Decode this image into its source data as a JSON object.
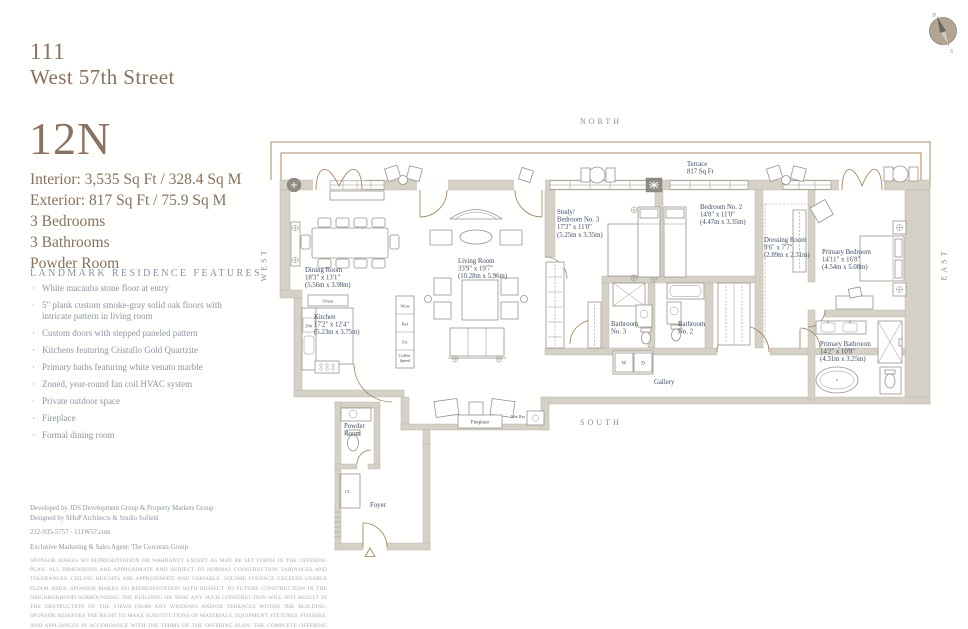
{
  "header": {
    "building_number": "111",
    "street": "West 57th Street"
  },
  "unit": {
    "name": "12N",
    "specs": [
      "Interior: 3,535 Sq Ft / 328.4 Sq M",
      "Exterior: 817 Sq Ft /  75.9  Sq M",
      "3 Bedrooms",
      "3 Bathrooms",
      "Powder Room"
    ]
  },
  "features": {
    "heading": "LANDMARK RESIDENCE FEATURES",
    "bullet": "·",
    "items": [
      "White macauba stone floor at entry",
      "5\" plank custom smoke-gray solid oak floors with intricate pattern in living room",
      "Custom doors with stepped paneled pattern",
      "Kitchens featuring Cristallo Gold Quartzite",
      "Primary baths featuring white venato marble",
      "Zoned, year-round fan coil HVAC system",
      "Private outdoor space",
      "Fireplace",
      "Formal dining room"
    ]
  },
  "contact": {
    "developer": "Developed by JDS Development Group & Property Markets Group",
    "architect": "Designed by SHoP Architects & Studio Sofield",
    "phone_web": "212-935-5757   ·   111W57.com",
    "agent": "Exclusive Marketing & Sales Agent: The Corcoran Group"
  },
  "disclaimer": {
    "text": "SPONSOR MAKES NO REPRESENTATION OR WARRANTY EXCEPT AS MAY BE SET FORTH IN THE OFFERING PLAN. ALL DIMENSIONS ARE APPROXIMATE AND SUBJECT TO NORMAL CONSTRUCTION VARIANCES AND TOLERANCES. CEILING HEIGHTS ARE APPROXIMATE AND VARIABLE. SQUARE FOOTAGE EXCEEDS USABLE FLOOR AREA. SPONSOR MAKES NO REPRESENTATION WITH RESPECT TO FUTURE CONSTRUCTION IN THE NEIGHBORHOOD SURROUNDING THE BUILDING OR THAT ANY SUCH CONSTRUCTION WILL NOT RESULT IN THE OBSTRUCTION OF THE VIEWS FROM ANY WINDOWS AND/OR TERRACES WITHIN THE BUILDING. SPONSOR RESERVES THE RIGHT TO MAKE SUBSTITUTIONS OF MATERIALS, EQUIPMENT, FIXTURES, FINISHES, AND APPLIANCES IN ACCORDANCE WITH THE TERMS OF THE OFFERING PLAN. THE COMPLETE OFFERING TERMS ARE IN AN OFFERING PLAN AVAILABLE FROM SPONSOR. FILE NO. CD 15-0146. 111 WEST 57TH PROPERTY OWNER LLC, 156 5TH AVENUE, 9TH FLOOR, NEW YORK, NEW YORK 10011 AND 220 5TH AVENUE, 9TH FLOOR, NEW YORK, NEW YORK 10001. EQUAL HOUSING OPPORTUNITY."
  },
  "compass": {
    "north_letter": "N",
    "south_letter": "S"
  },
  "plan": {
    "directions": {
      "north": "NORTH",
      "south": "SOUTH",
      "east": "EAST",
      "west": "WEST"
    },
    "labels": {
      "terrace": {
        "lines": [
          "Terrace",
          "817 Sq Ft"
        ]
      },
      "dining": {
        "lines": [
          "Dining Room",
          "18'3\" x 13'1\"",
          "(5.56m x 3.98m)"
        ]
      },
      "kitchen": {
        "lines": [
          "Kitchen",
          "17'2\" x 12'4\"",
          "(5.23m x 3.75m)"
        ]
      },
      "living": {
        "lines": [
          "Living Room",
          "33'9\" x 19'7\"",
          "(10.28m x 5.96m)"
        ]
      },
      "study": {
        "lines": [
          "Study/",
          "Bedroom No. 3",
          "17'3\" x 11'0\"",
          "(5.25m x 3.35m)"
        ]
      },
      "bedroom2": {
        "lines": [
          "Bedroom No. 2",
          "14'8\" x 11'0\"",
          "(4.47m x 3.35m)"
        ]
      },
      "dressing": {
        "lines": [
          "Dressing Room",
          "9'6\" x 7'7\"",
          "(2.89m x 2.31m)"
        ]
      },
      "primary_bedroom": {
        "lines": [
          "Primary Bedroom",
          "14'11\" x 16'8\"",
          "(4.54m x 5.08m)"
        ]
      },
      "primary_bathroom": {
        "lines": [
          "Primary Bathroom",
          "14'2\"  x 10'8\"",
          "(4.31m x 3.25m)"
        ]
      },
      "bathroom3": {
        "lines": [
          "Bathroom",
          "No. 3"
        ]
      },
      "bathroom2": {
        "lines": [
          "Bathroom",
          "No. 2"
        ]
      },
      "gallery": {
        "lines": [
          "Gallery"
        ]
      },
      "powder": {
        "lines": [
          "Powder",
          "Room"
        ]
      },
      "foyer": {
        "lines": [
          "Foyer"
        ]
      },
      "fireplace": {
        "lines": [
          "Fireplace"
        ]
      },
      "wet_bar": {
        "lines": [
          "Wet Bar"
        ]
      },
      "cl": {
        "lines": [
          "CL"
        ]
      },
      "ovens": {
        "lines": [
          "Ovens"
        ]
      },
      "wine": {
        "lines": [
          "Wine"
        ]
      },
      "ref": {
        "lines": [
          "Ref"
        ]
      },
      "fzr": {
        "lines": [
          "Fzr"
        ]
      },
      "coffee": {
        "lines": [
          "Coffee",
          "Speed"
        ]
      },
      "dw": {
        "lines": [
          "DW"
        ]
      },
      "washer": {
        "lines": [
          "W"
        ]
      },
      "dryer": {
        "lines": [
          "D"
        ]
      }
    }
  },
  "colors": {
    "accent_brown": "#86705e",
    "plan_text": "#3e4c64",
    "feature_text": "#8b95a3",
    "wall_fill": "#d5d1c6",
    "door_brown": "#9a7a55"
  }
}
